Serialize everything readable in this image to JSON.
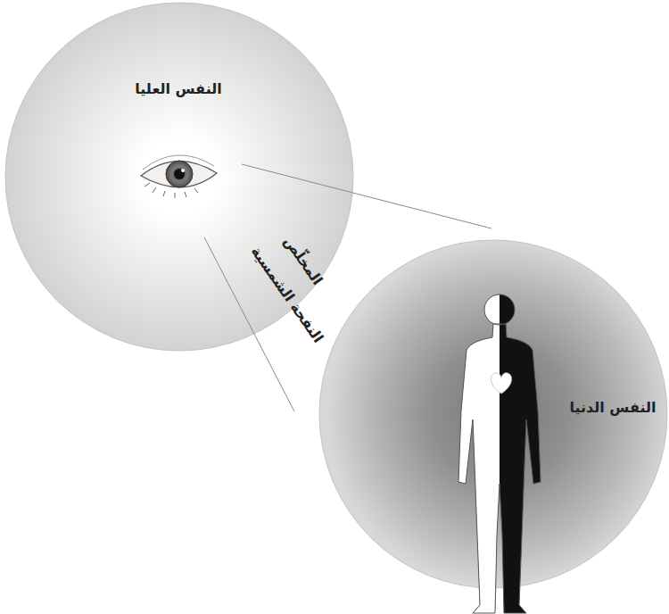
{
  "diagram": {
    "nodes": [
      {
        "text": [
          "النفس العليا"
        ]
      },
      {
        "text": [
          "النفس الدنيا"
        ]
      }
    ],
    "edges": [
      {
        "from": 0,
        "to": 1,
        "arrow": "none",
        "label": "المخلّص"
      }
    ],
    "labels": [
      "النفحة الشمسية"
    ]
  }
}
